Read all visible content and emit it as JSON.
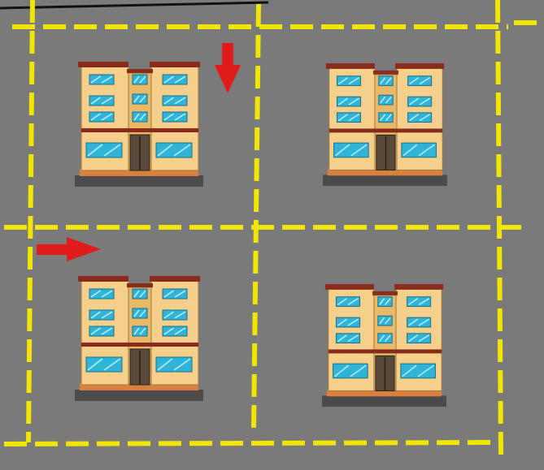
{
  "scene": {
    "description_visible_text": "",
    "road_color": "#7a7a7a",
    "lane_marking_color": "#f2e600",
    "arrow_color": "#e01b1b",
    "building_palette": {
      "wall": "#f6cf8a",
      "wall_shade": "#e9b96a",
      "roof": "#8b2b1e",
      "window": "#2fb3d6",
      "window_shine": "#bff0ff",
      "door": "#5a4a3a",
      "brick": "#d8813f",
      "base": "#4b4b4b"
    }
  },
  "grid": {
    "rows": 2,
    "cols": 2
  },
  "buildings": [
    {
      "name": "building-top-left",
      "row": 1,
      "col": 1,
      "floors": 4
    },
    {
      "name": "building-top-right",
      "row": 1,
      "col": 2,
      "floors": 4
    },
    {
      "name": "building-bottom-left",
      "row": 2,
      "col": 1,
      "floors": 4
    },
    {
      "name": "building-bottom-right",
      "row": 2,
      "col": 2,
      "floors": 4
    }
  ],
  "arrows": [
    {
      "name": "arrow-down-icon",
      "direction": "down"
    },
    {
      "name": "arrow-right-icon",
      "direction": "right"
    }
  ]
}
